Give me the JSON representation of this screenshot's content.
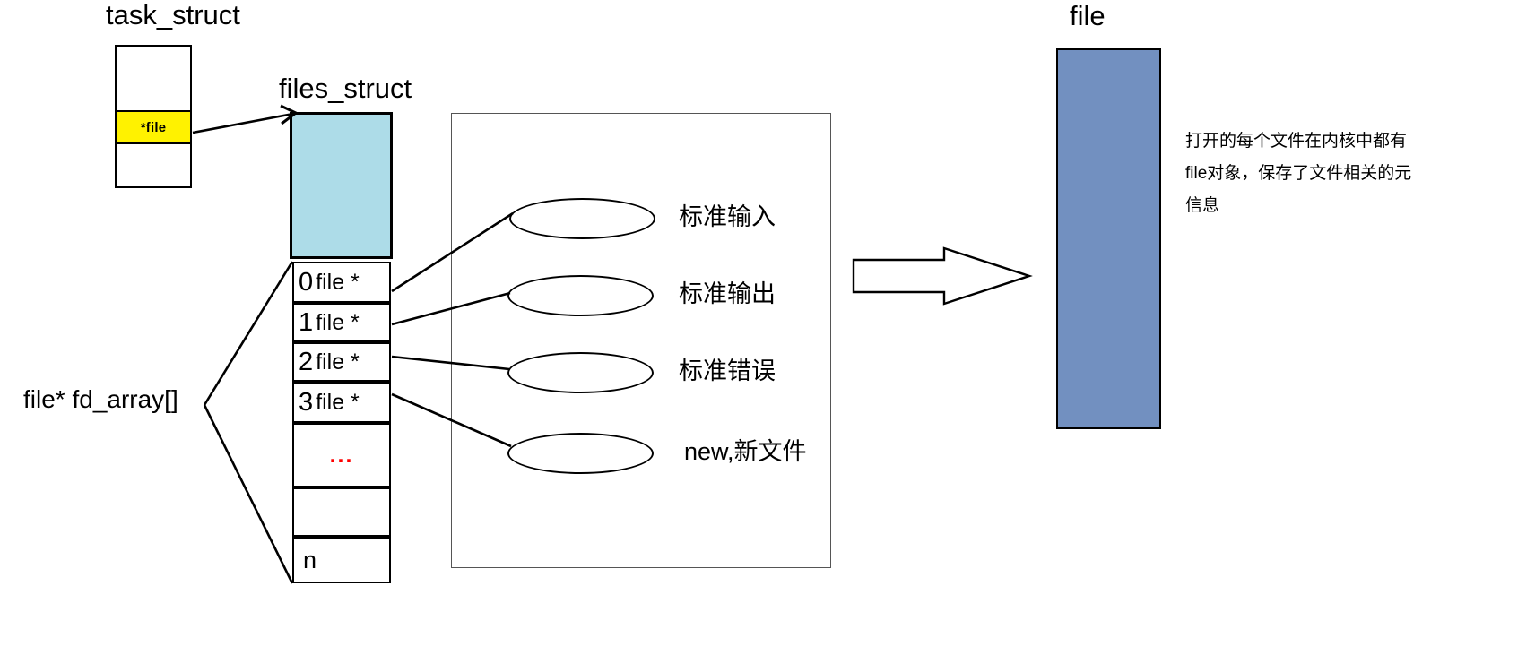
{
  "diagram": {
    "task_struct": {
      "title": "task_struct",
      "rows": [
        {
          "label": ""
        },
        {
          "label": "*file"
        },
        {
          "label": ""
        }
      ]
    },
    "files_struct": {
      "title": "files_struct",
      "header_fill": "#ADDCE8"
    },
    "fd_array": {
      "label": "file* fd_array[]",
      "cells": [
        {
          "index": "0",
          "value": "file *"
        },
        {
          "index": "1",
          "value": "file *"
        },
        {
          "index": "2",
          "value": "file *"
        },
        {
          "index": "3",
          "value": "file *"
        },
        {
          "index": "",
          "value": "..."
        },
        {
          "index": "",
          "value": ""
        },
        {
          "index": "n",
          "value": ""
        }
      ],
      "ellipsis": "...",
      "ellipsis_color": "#FF0000",
      "last_index": "n"
    },
    "targets": [
      {
        "label": "标准输入"
      },
      {
        "label": "标准输出"
      },
      {
        "label": "标准错误"
      },
      {
        "label": "new,新文件"
      }
    ],
    "file_object": {
      "title": "file",
      "fill": "#7290C0",
      "annotation": "打开的每个文件在内核中都有file对象，保存了文件相关的元信息"
    },
    "colors": {
      "highlight_yellow": "#FFF200",
      "cyan": "#ADDCE8",
      "blue": "#7290C0",
      "red": "#FF0000",
      "stroke": "#000000"
    }
  }
}
